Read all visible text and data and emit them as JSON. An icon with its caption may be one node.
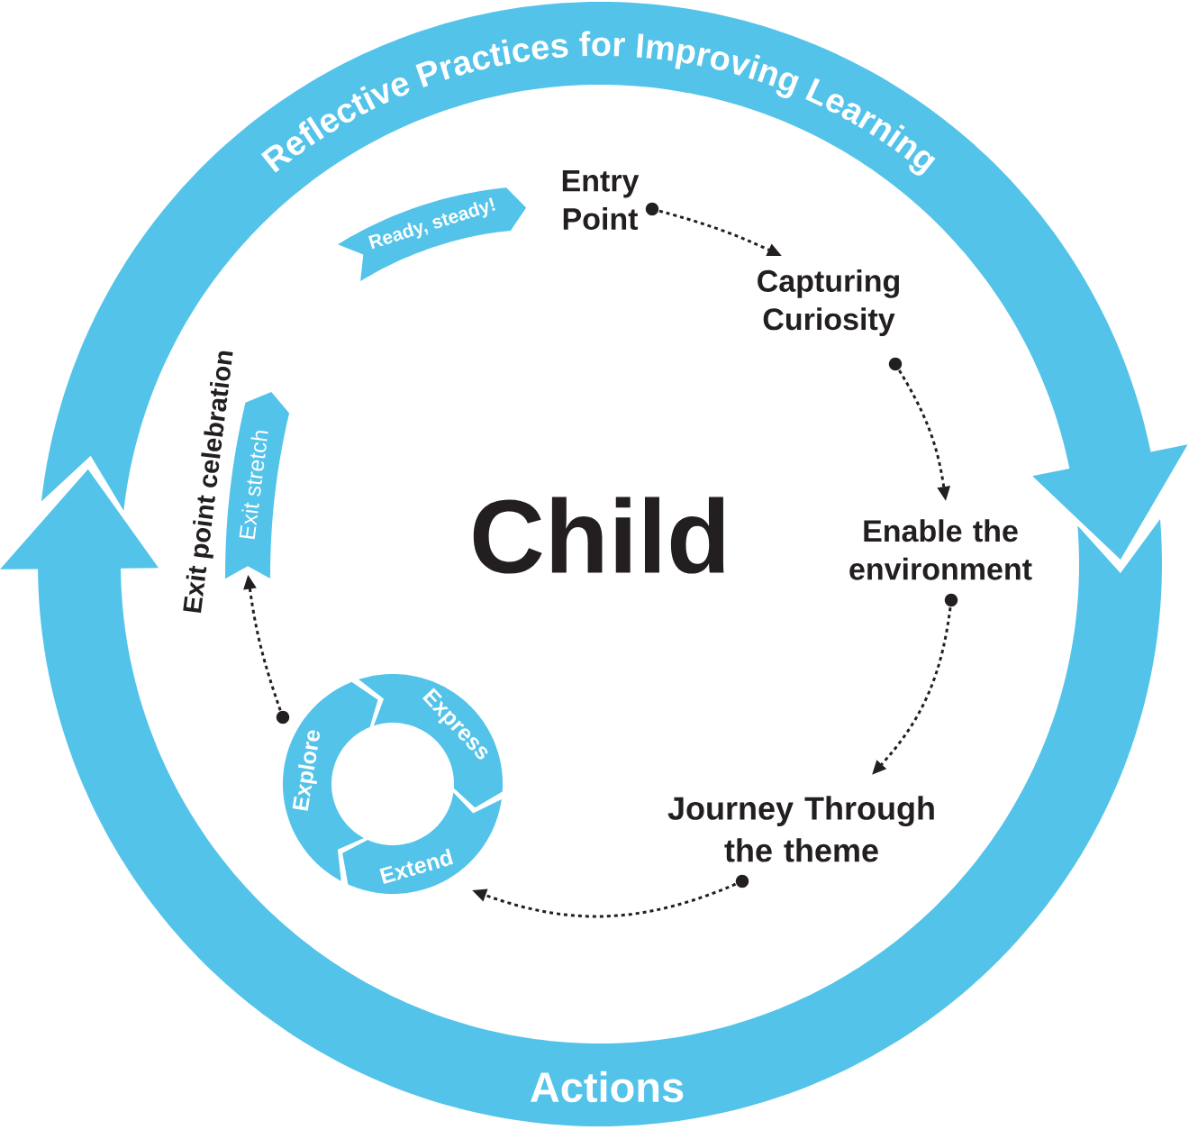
{
  "diagram": {
    "nodes": [
      {
        "text": [
          "Reflective Practices for Improving Learning"
        ]
      },
      {
        "text": [
          "Actions"
        ]
      },
      {
        "text": [
          "Entry Point"
        ]
      },
      {
        "text": [
          "Capturing Curiosity"
        ]
      },
      {
        "text": [
          "Enable the environment"
        ]
      },
      {
        "text": [
          "Journey Through the theme"
        ]
      },
      {
        "text": [
          "Explore",
          "Express",
          "Extend"
        ]
      },
      {
        "text": [
          "Exit stretch"
        ],
        "beside": [
          "Exit point celebration"
        ]
      },
      {
        "text": [
          "Ready, steady!"
        ]
      }
    ],
    "edges": [
      {
        "from": 2,
        "to": 3,
        "arrow": "to"
      },
      {
        "from": 3,
        "to": 4,
        "arrow": "to"
      },
      {
        "from": 4,
        "to": 5,
        "arrow": "to"
      },
      {
        "from": 5,
        "to": 6,
        "arrow": "to"
      },
      {
        "from": 6,
        "to": 7,
        "arrow": "to"
      }
    ],
    "labels": [
      "Child"
    ]
  }
}
